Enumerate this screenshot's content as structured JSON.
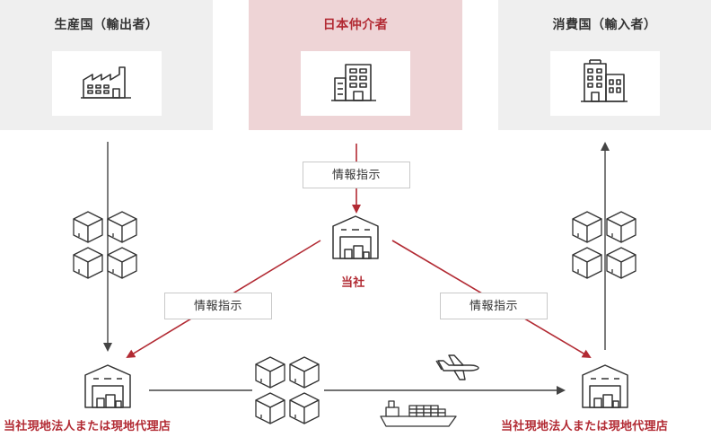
{
  "panels": {
    "producer": {
      "title": "生産国（輸出者）",
      "icon": "factory-icon"
    },
    "intermediary": {
      "title": "日本仲介者",
      "icon": "office-building-icon"
    },
    "consumer": {
      "title": "消費国（輸入者）",
      "icon": "buildings-icon"
    }
  },
  "tags": {
    "top": "情報指示",
    "left": "情報指示",
    "right": "情報指示"
  },
  "nodes": {
    "company": "当社",
    "left_local": "当社現地法人または現地代理店",
    "right_local": "当社現地法人または現地代理店"
  },
  "icons": [
    "boxes-icon",
    "warehouse-icon",
    "airplane-icon",
    "cargo-ship-icon"
  ],
  "colors": {
    "accent": "#b22a33",
    "panel_gray": "#efefef",
    "panel_pink": "#eed4d6",
    "line_dark": "#444444"
  }
}
